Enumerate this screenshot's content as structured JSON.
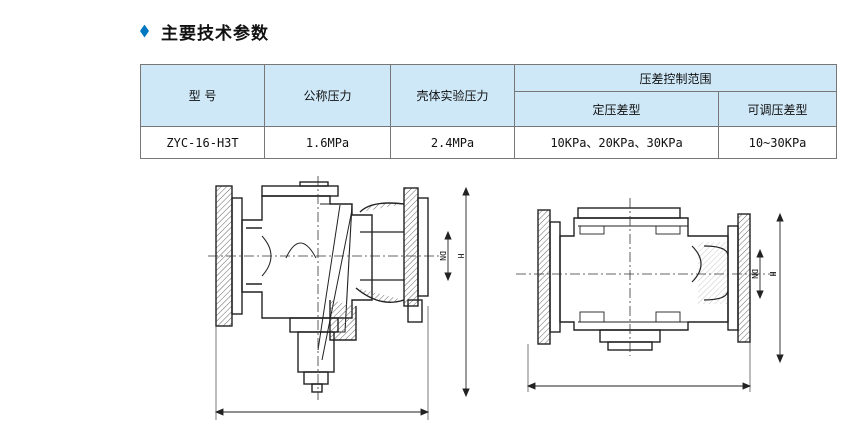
{
  "heading": {
    "title": "主要技术参数",
    "icon": "diamond-bullet-icon",
    "accent_color": "#0077c0"
  },
  "table": {
    "header_bg": "#cfe8f8",
    "headers": {
      "model": "型 号",
      "nominal_pressure": "公称压力",
      "shell_test_pressure": "壳体实验压力",
      "control_range": "压差控制范围",
      "fixed_type": "定压差型",
      "adjustable_type": "可调压差型"
    },
    "rows": [
      {
        "model": "ZYC-16-H3T",
        "nominal_pressure": "1.6MPa",
        "shell_test_pressure": "2.4MPa",
        "fixed_type": "10KPa、20KPa、30KPa",
        "adjustable_type": "10~30KPa"
      }
    ]
  },
  "drawings": {
    "left": {
      "dim_dn": "DN",
      "dim_h": "H"
    },
    "right": {
      "dim_dn": "DN",
      "dim_h": "H"
    }
  }
}
